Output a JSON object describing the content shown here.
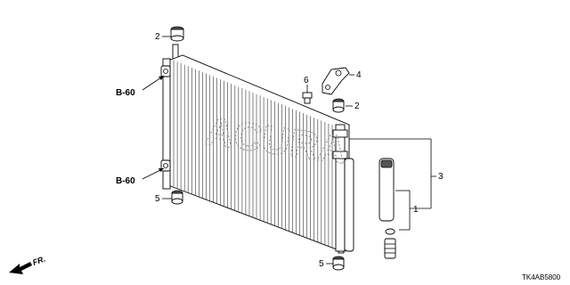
{
  "diagram_code": "TK4AB5800",
  "direction_label": "FR.",
  "refs": {
    "upper": "B-60",
    "lower": "B-60"
  },
  "callouts": {
    "one": "1",
    "two_top": "2",
    "two_mid": "2",
    "three": "3",
    "four": "4",
    "five_left": "5",
    "five_bottom": "5",
    "six": "6"
  },
  "watermark": "ACURA"
}
